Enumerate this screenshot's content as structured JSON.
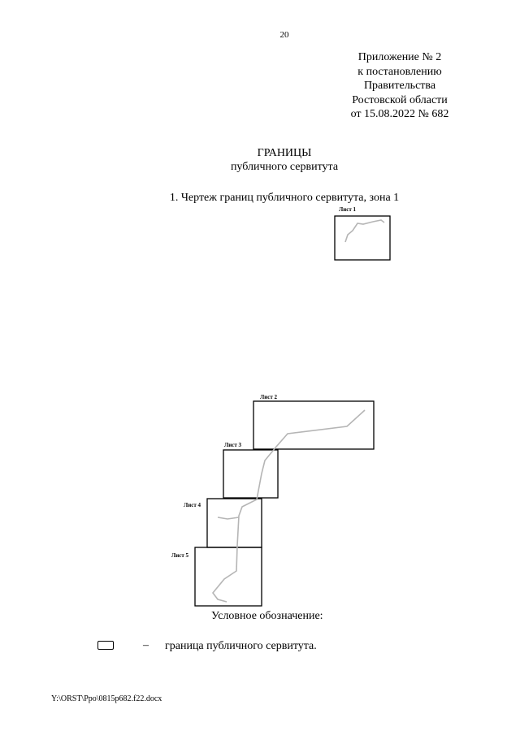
{
  "page_number": "20",
  "appendix": {
    "lines": [
      "Приложение № 2",
      "к постановлению",
      "Правительства",
      "Ростовской области",
      "от 15.08.2022 № 682"
    ]
  },
  "title": {
    "main": "ГРАНИЦЫ",
    "sub": "публичного сервитута"
  },
  "section_heading": "1. Чертеж границ публичного сервитута, зона 1",
  "sheets": {
    "sheet1": "Лист 1",
    "sheet2": "Лист 2",
    "sheet3": "Лист 3",
    "sheet4": "Лист 4",
    "sheet5": "Лист 5"
  },
  "legend": {
    "caption": "Условное обозначение:",
    "dash": "–",
    "item": "граница публичного сервитута."
  },
  "footer": {
    "path": "Y:\\ORST\\Ppo\\0815p682.f22.docx"
  },
  "colors": {
    "route_line": "#b5b5b5",
    "frame": "#000000"
  }
}
